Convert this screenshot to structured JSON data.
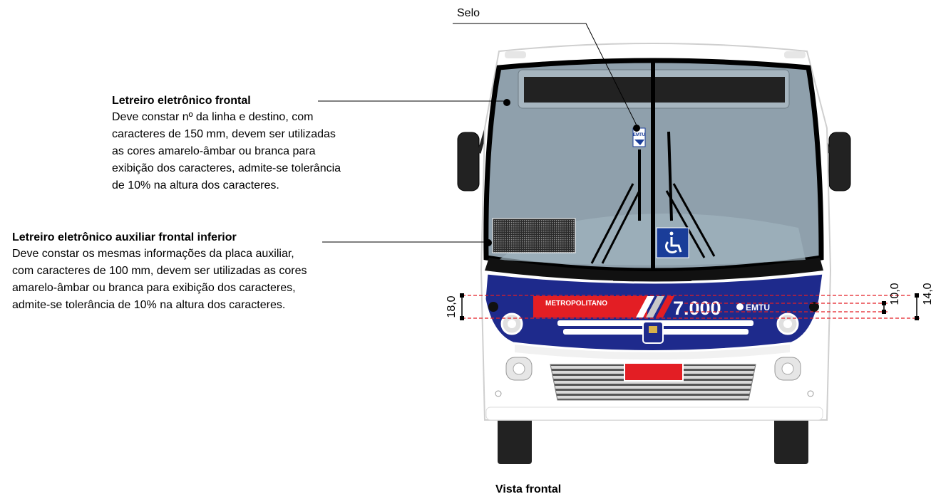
{
  "callouts": {
    "selo": {
      "label": "Selo"
    },
    "front_sign": {
      "title": "Letreiro eletrônico frontal",
      "text": "Deve constar nº da linha e destino, com\ncaracteres de 150 mm, devem ser utilizadas\nas cores amarelo-âmbar ou branca para\nexibição dos caracteres, admite-se tolerância\nde 10% na altura dos caracteres."
    },
    "aux_sign": {
      "title": "Letreiro eletrônico auxiliar frontal inferior",
      "text": "Deve constar os mesmas informações da placa auxiliar,\ncom caracteres de 100 mm, devem ser utilizadas as cores\namarelo-âmbar ou branca para exibição dos caracteres,\nadmite-se tolerância de 10% na altura dos caracteres."
    }
  },
  "bus": {
    "band_label": "METROPOLITANO",
    "fleet_number": "7.000",
    "brand": "EMTU",
    "sticker_text": "EMTU",
    "accessibility_icon": "wheelchair-icon"
  },
  "dimensions": {
    "left": "18,0",
    "right_inner": "10,0",
    "right_outer": "14,0"
  },
  "caption": "Vista frontal",
  "colors": {
    "band_blue": "#1e2a8c",
    "band_red": "#e31e24",
    "dimension_red": "#e31e24",
    "glass": "#8fa0ac",
    "access_blue": "#1a3d99"
  }
}
